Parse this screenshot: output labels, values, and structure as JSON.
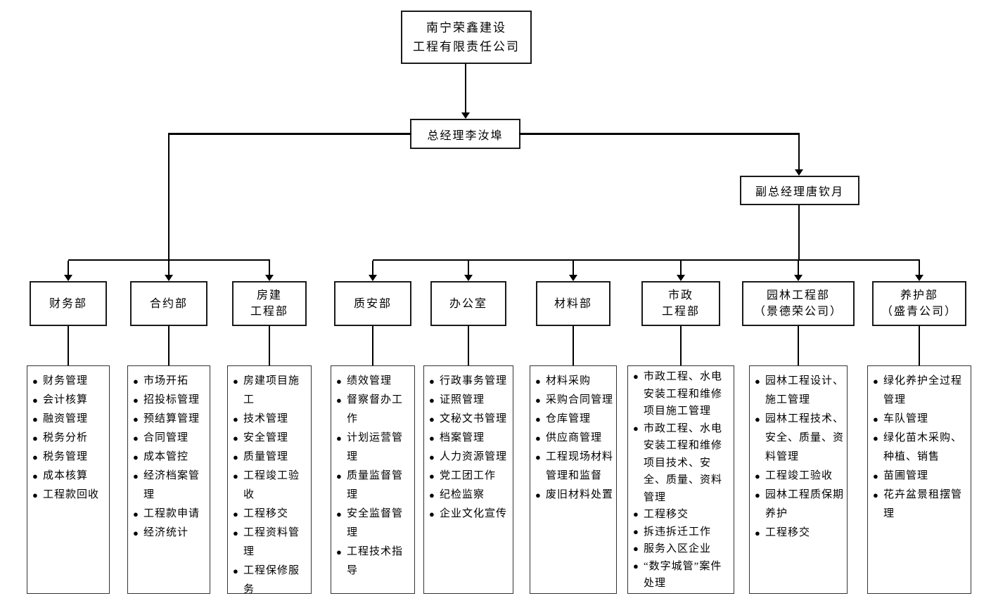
{
  "org": {
    "bullet_glyph": "●",
    "company": {
      "lines": [
        "南宁荣鑫建设",
        "工程有限责任公司"
      ]
    },
    "general_manager": {
      "label": "总经理李汝埠"
    },
    "deputy_general_manager": {
      "label": "副总经理唐钦月"
    },
    "departments": [
      {
        "name_lines": [
          "财务部"
        ],
        "duties": [
          "财务管理",
          "会计核算",
          "融资管理",
          "税务分析",
          "税务管理",
          "成本核算",
          "工程款回收"
        ]
      },
      {
        "name_lines": [
          "合约部"
        ],
        "duties": [
          "市场开拓",
          "招投标管理",
          "预结算管理",
          "合同管理",
          "成本管控",
          "经济档案管理",
          "工程款申请",
          "经济统计"
        ]
      },
      {
        "name_lines": [
          "房建",
          "工程部"
        ],
        "duties": [
          "房建项目施工",
          "技术管理",
          "安全管理",
          "质量管理",
          "工程竣工验收",
          "工程移交",
          "工程资料管理",
          "工程保修服务"
        ]
      },
      {
        "name_lines": [
          "质安部"
        ],
        "duties": [
          "绩效管理",
          "督察督办工作",
          "计划运营管理",
          "质量监督管理",
          "安全监督管理",
          "工程技术指导"
        ]
      },
      {
        "name_lines": [
          "办公室"
        ],
        "duties": [
          "行政事务管理",
          "证照管理",
          "文秘文书管理",
          "档案管理",
          "人力资源管理",
          "党工团工作",
          "纪检监察",
          "企业文化宣传"
        ]
      },
      {
        "name_lines": [
          "材料部"
        ],
        "duties": [
          "材料采购",
          "采购合同管理",
          "仓库管理",
          "供应商管理",
          "工程现场材料管理和监督",
          "废旧材料处置"
        ]
      },
      {
        "name_lines": [
          "市政",
          "工程部"
        ],
        "duties": [
          "市政工程、水电安装工程和维修项目施工管理",
          "市政工程、水电安装工程和维修项目技术、安全、质量、资料管理",
          "工程移交",
          "拆违拆迁工作",
          "服务入区企业",
          "“数字城管”案件处理"
        ]
      },
      {
        "name_lines": [
          "园林工程部",
          "（景德荣公司）"
        ],
        "duties": [
          "园林工程设计、施工管理",
          "园林工程技术、安全、质量、资料管理",
          "工程竣工验收",
          "园林工程质保期养护",
          "工程移交"
        ]
      },
      {
        "name_lines": [
          "养护部",
          "（盛青公司）"
        ],
        "duties": [
          "绿化养护全过程管理",
          "车队管理",
          "绿化苗木采购、种植、销售",
          "苗圃管理",
          "花卉盆景租摆管理"
        ]
      }
    ]
  }
}
